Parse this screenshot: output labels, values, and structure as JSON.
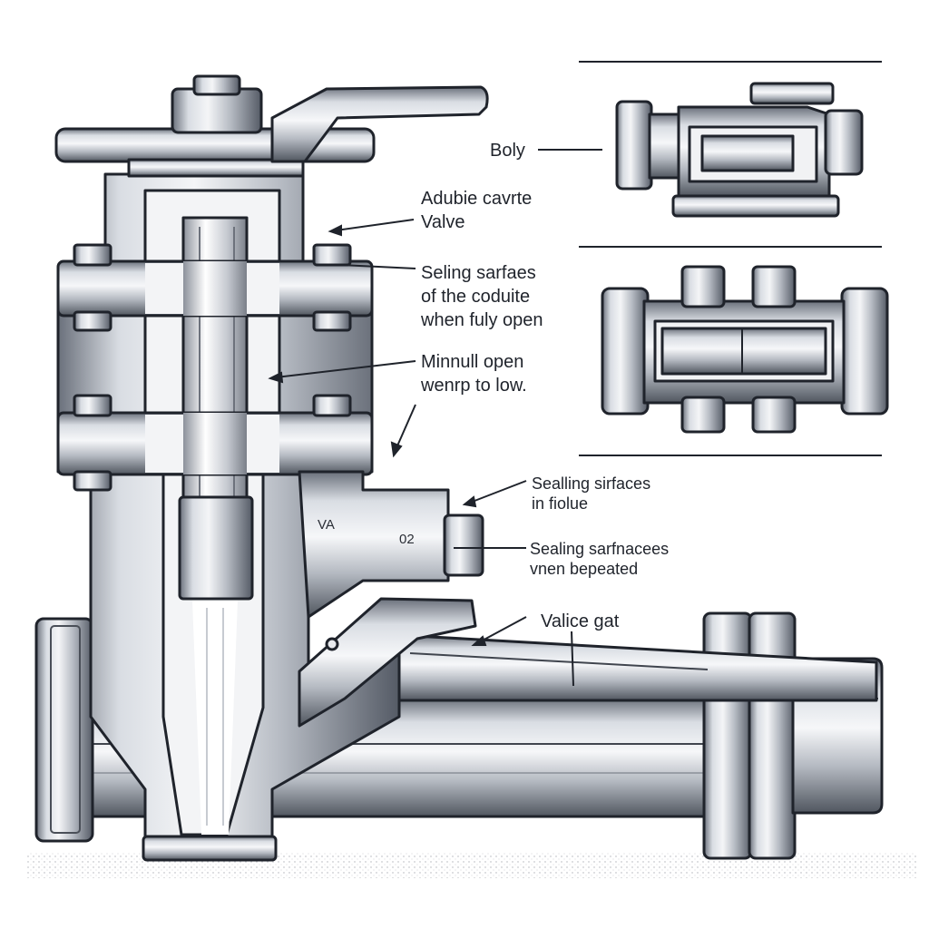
{
  "labels": {
    "body": "Boly",
    "double": [
      "Adubie cavrte",
      "Valve"
    ],
    "seling": [
      "Seling sarfaes",
      "of the coduite",
      "when fuly open"
    ],
    "minnull": [
      "Minnull open",
      "wenrp to low."
    ],
    "sealling1": [
      "Sealling sirfaces",
      "in fiolue"
    ],
    "sealing2": [
      "Sealing sarfnacees",
      "vnen bepeated"
    ],
    "gate": "Valice gat"
  },
  "body_marks": {
    "va": "VA",
    "num": "02"
  },
  "colors": {
    "ink": "#1f232b",
    "metal_light": "#e4e7ec",
    "metal_mid": "#a9aeb8",
    "metal_dark": "#5c626d",
    "ground": "#b9bcc2"
  }
}
